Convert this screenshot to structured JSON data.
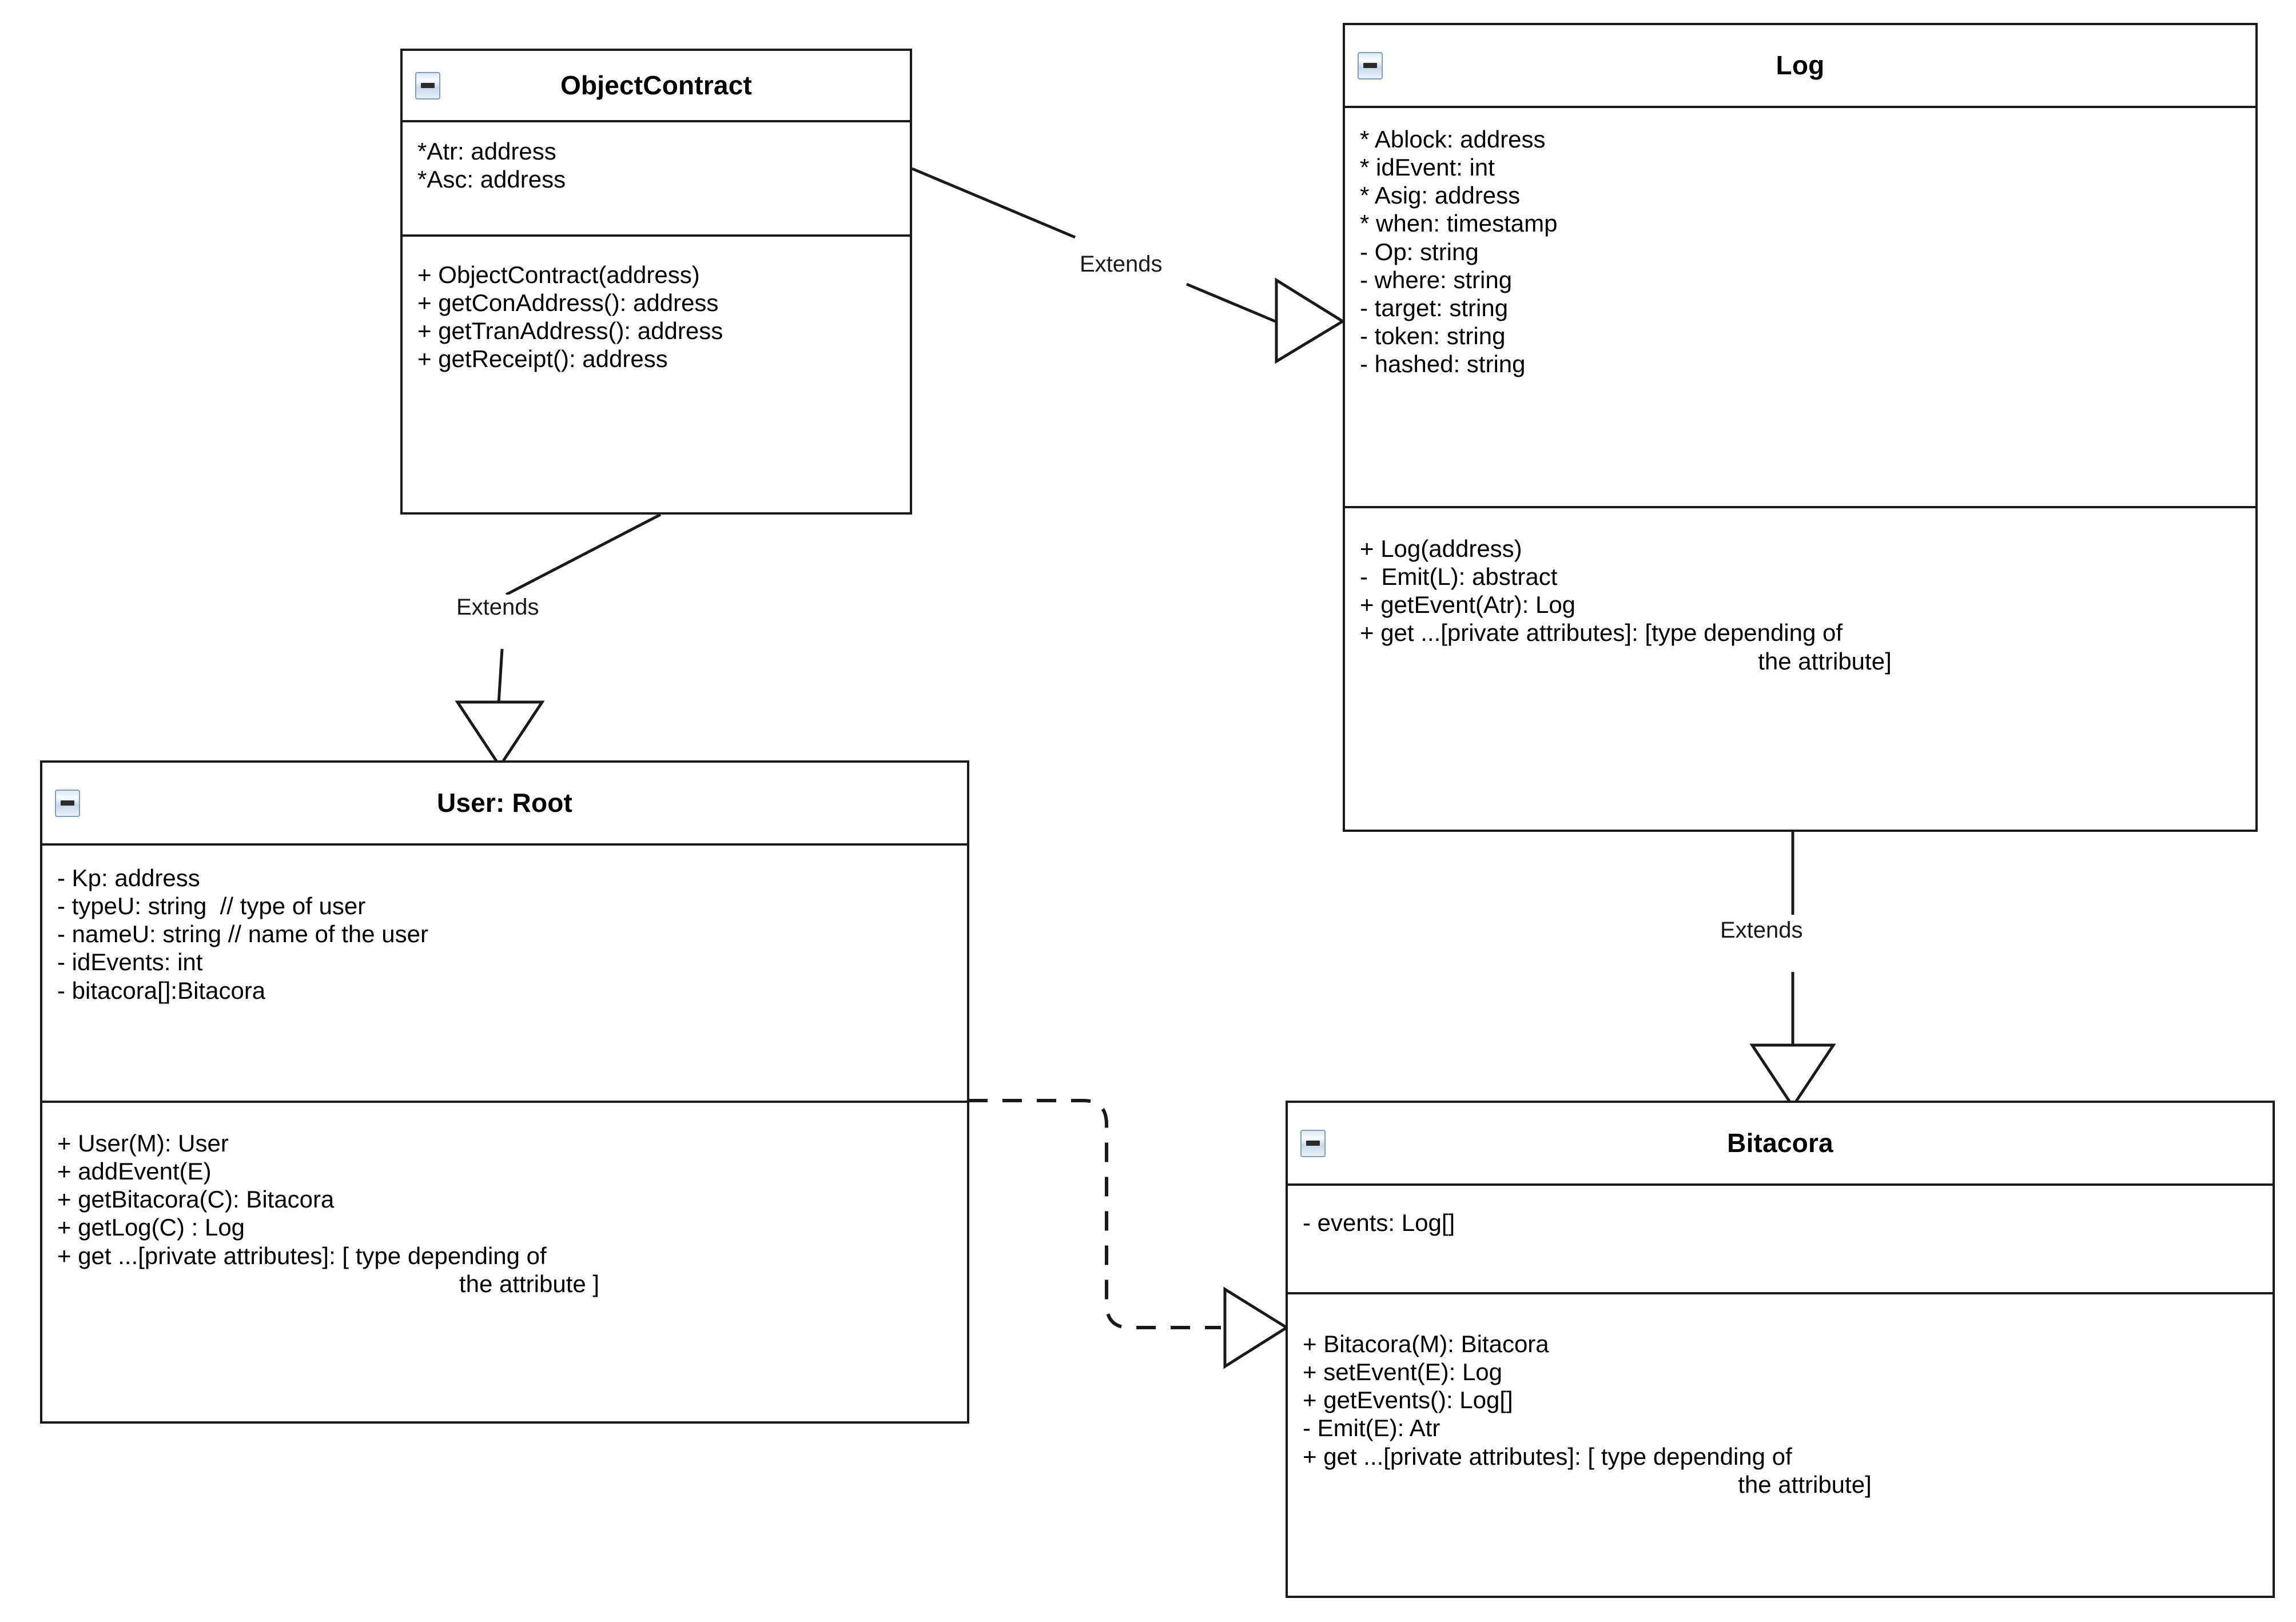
{
  "diagram": {
    "type": "uml-class-diagram",
    "icon_name": "collapse-minus-icon",
    "classes": [
      {
        "id": "object-contract",
        "name": "ObjectContract",
        "attributes": [
          "*Atr: address",
          "*Asc: address"
        ],
        "methods": [
          "+ ObjectContract(address)",
          "+ getConAddress(): address",
          "+ getTranAddress(): address",
          "+ getReceipt(): address"
        ]
      },
      {
        "id": "log",
        "name": "Log",
        "attributes": [
          "* Ablock: address",
          "* idEvent: int",
          "* Asig: address",
          "* when: timestamp",
          "- Op: string",
          "- where: string",
          "- target: string",
          "- token: string",
          "- hashed: string"
        ],
        "methods": [
          "+ Log(address)",
          "-  Emit(L): abstract",
          "+ getEvent(Atr): Log"
        ],
        "method_wrapped": {
          "line1": "+ get ...[private attributes]: [type depending of",
          "line2": "the attribute]"
        }
      },
      {
        "id": "user-root",
        "name": "User: Root",
        "attributes": [
          "- Kp: address",
          "- typeU: string  // type of user",
          "- nameU: string // name of the user",
          "- idEvents: int",
          "- bitacora[]:Bitacora"
        ],
        "methods": [
          "+ User(M): User",
          "+ addEvent(E)",
          "+ getBitacora(C): Bitacora",
          "+ getLog(C) : Log"
        ],
        "method_wrapped": {
          "line1": "+ get ...[private attributes]: [ type depending of",
          "line2": "the attribute ]"
        }
      },
      {
        "id": "bitacora",
        "name": "Bitacora",
        "attributes": [
          "- events: Log[]"
        ],
        "methods": [
          "+ Bitacora(M): Bitacora",
          "+ setEvent(E): Log",
          "+ getEvents(): Log[]",
          "- Emit(E): Atr"
        ],
        "method_wrapped": {
          "line1": "+ get ...[private attributes]: [ type depending of",
          "line2": "the attribute]"
        }
      }
    ],
    "connectors": [
      {
        "id": "extends-oc-log",
        "label": "Extends",
        "from": "object-contract",
        "to": "log",
        "style": "solid",
        "arrow": "hollow-triangle"
      },
      {
        "id": "extends-oc-user",
        "label": "Extends",
        "from": "object-contract",
        "to": "user-root",
        "style": "solid",
        "arrow": "hollow-triangle"
      },
      {
        "id": "extends-log-bitacora",
        "label": "Extends",
        "from": "log",
        "to": "bitacora",
        "style": "solid",
        "arrow": "hollow-triangle"
      },
      {
        "id": "realize-user-bitacora",
        "label": "",
        "from": "user-root",
        "to": "bitacora",
        "style": "dashed",
        "arrow": "hollow-triangle"
      }
    ],
    "colors": {
      "stroke": "#1a1a1a",
      "background": "#ffffff",
      "icon_border": "#7d9ec0"
    }
  }
}
